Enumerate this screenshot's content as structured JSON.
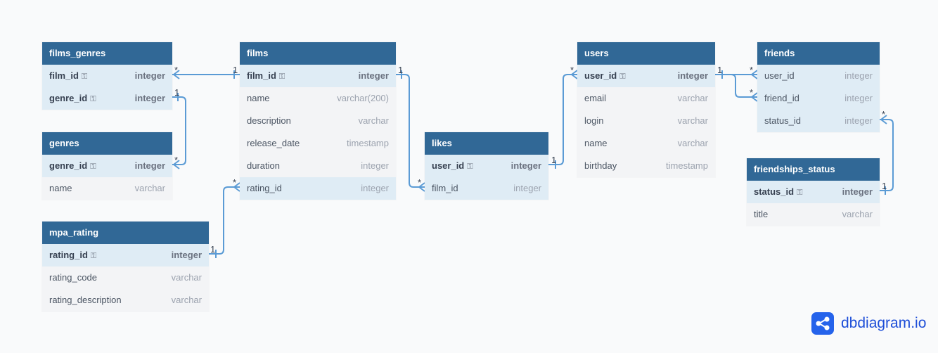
{
  "tables": {
    "films_genres": {
      "title": "films_genres",
      "rows": [
        {
          "name": "film_id",
          "type": "integer"
        },
        {
          "name": "genre_id",
          "type": "integer"
        }
      ]
    },
    "genres": {
      "title": "genres",
      "rows": [
        {
          "name": "genre_id",
          "type": "integer"
        },
        {
          "name": "name",
          "type": "varchar"
        }
      ]
    },
    "mpa_rating": {
      "title": "mpa_rating",
      "rows": [
        {
          "name": "rating_id",
          "type": "integer"
        },
        {
          "name": "rating_code",
          "type": "varchar"
        },
        {
          "name": "rating_description",
          "type": "varchar"
        }
      ]
    },
    "films": {
      "title": "films",
      "rows": [
        {
          "name": "film_id",
          "type": "integer"
        },
        {
          "name": "name",
          "type": "varchar(200)"
        },
        {
          "name": "description",
          "type": "varchar"
        },
        {
          "name": "release_date",
          "type": "timestamp"
        },
        {
          "name": "duration",
          "type": "integer"
        },
        {
          "name": "rating_id",
          "type": "integer"
        }
      ]
    },
    "likes": {
      "title": "likes",
      "rows": [
        {
          "name": "user_id",
          "type": "integer"
        },
        {
          "name": "film_id",
          "type": "integer"
        }
      ]
    },
    "users": {
      "title": "users",
      "rows": [
        {
          "name": "user_id",
          "type": "integer"
        },
        {
          "name": "email",
          "type": "varchar"
        },
        {
          "name": "login",
          "type": "varchar"
        },
        {
          "name": "name",
          "type": "varchar"
        },
        {
          "name": "birthday",
          "type": "timestamp"
        }
      ]
    },
    "friends": {
      "title": "friends",
      "rows": [
        {
          "name": "user_id",
          "type": "integer"
        },
        {
          "name": "friend_id",
          "type": "integer"
        },
        {
          "name": "status_id",
          "type": "integer"
        }
      ]
    },
    "friendships_status": {
      "title": "friendships_status",
      "rows": [
        {
          "name": "status_id",
          "type": "integer"
        },
        {
          "name": "title",
          "type": "varchar"
        }
      ]
    }
  },
  "cardinality": {
    "one": "1",
    "many": "*"
  },
  "icons": {
    "key": "key-icon",
    "logo": "dbdiagram-logo-icon"
  },
  "colors": {
    "header": "#316896",
    "highlight": "#dfecf5",
    "line": "#5b9bd5",
    "brand": "#2563eb"
  },
  "brand": {
    "text": "dbdiagram.io"
  }
}
